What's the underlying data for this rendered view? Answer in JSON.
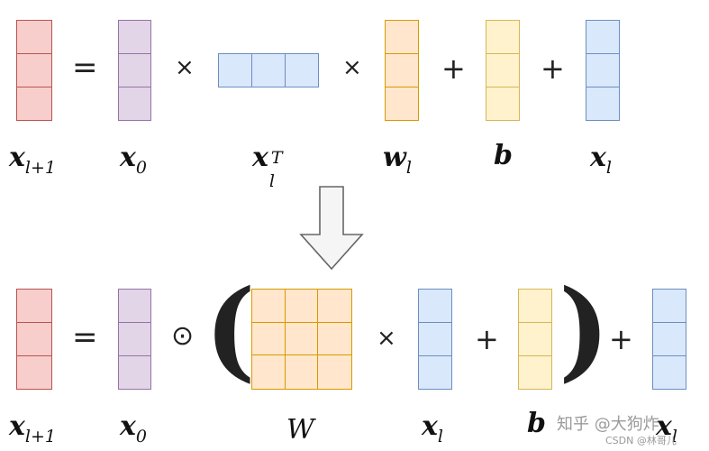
{
  "top_row": {
    "labels": {
      "x_next": {
        "base": "x",
        "sub": "l+1"
      },
      "x0": {
        "base": "x",
        "sub": "0"
      },
      "xlT": {
        "base": "x",
        "sub": "l",
        "sup": "T"
      },
      "wl": {
        "base": "w",
        "sub": "l"
      },
      "b": {
        "base": "b"
      },
      "xl": {
        "base": "x",
        "sub": "l"
      }
    },
    "operators": {
      "equals": "=",
      "times1": "×",
      "times2": "×",
      "plus1": "+",
      "plus2": "+"
    }
  },
  "bottom_row": {
    "labels": {
      "x_next": {
        "base": "x",
        "sub": "l+1"
      },
      "x0": {
        "base": "x",
        "sub": "0"
      },
      "W": {
        "base": "W"
      },
      "xl": {
        "base": "x",
        "sub": "l"
      },
      "b": {
        "base": "b"
      },
      "xl2": {
        "base": "x",
        "sub": "l"
      }
    },
    "operators": {
      "equals": "=",
      "odot": "⊙",
      "lparen": "(",
      "times": "×",
      "plus1": "+",
      "rparen": ")",
      "plus2": "+"
    }
  },
  "watermark": {
    "line1": "知乎 @大狗炸",
    "line2": "CSDN @林哥儿"
  },
  "colors": {
    "output": "#f8cecc",
    "x0": "#e1d5e7",
    "xl": "#dae8fc",
    "weights": "#ffe6cc",
    "bias": "#fff2cc",
    "arrow": "#f5f5f5"
  }
}
